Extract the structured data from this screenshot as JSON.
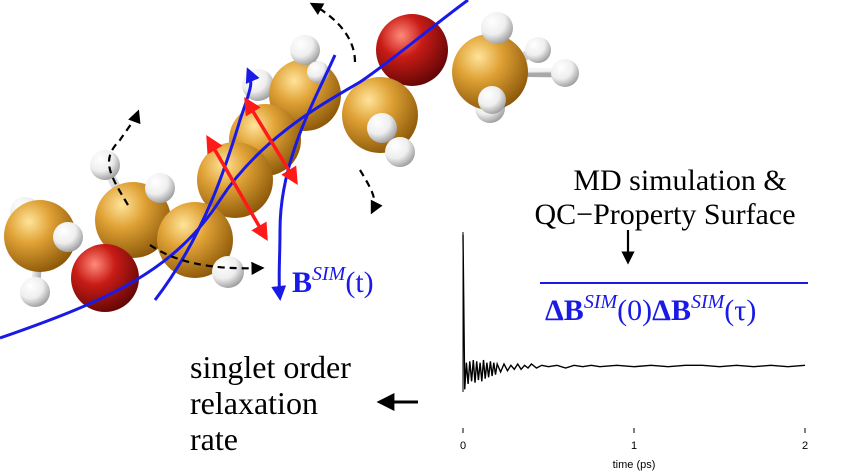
{
  "labels": {
    "md_line1": "MD simulation &",
    "md_line2": "QC−Property Surface",
    "b_field": "B",
    "b_sup": "SIM",
    "b_arg": "(t)",
    "corr_d1": "ΔB",
    "corr_sup1": "SIM",
    "corr_arg1": "(0)",
    "corr_d2": "ΔB",
    "corr_sup2": "SIM",
    "corr_arg2": "(τ)",
    "rate_line1": "singlet order",
    "rate_line2": "relaxation",
    "rate_line3": "rate"
  },
  "colors": {
    "carbon": "#d4901e",
    "oxygen": "#c01818",
    "hydrogen": "#f0f0f0",
    "bond": "#c8c8c8",
    "field_line": "#1a1ae6",
    "red_arrow": "#ff1a1a",
    "rotation_arrow": "#000000"
  },
  "chart_data": {
    "type": "line",
    "xlabel": "time (ps)",
    "ylabel": "",
    "xticks": [
      "0",
      "1",
      "2"
    ],
    "xlim": [
      0,
      2
    ],
    "ylim": [
      -0.2,
      1.0
    ],
    "series": [
      {
        "x": [
          0.0,
          0.01,
          0.02,
          0.03,
          0.04,
          0.05,
          0.06,
          0.07,
          0.08,
          0.09,
          0.1,
          0.11,
          0.12,
          0.13,
          0.14,
          0.15,
          0.16,
          0.17,
          0.18,
          0.19,
          0.2,
          0.22,
          0.24,
          0.26,
          0.28,
          0.3,
          0.32,
          0.34,
          0.36,
          0.38,
          0.4,
          0.43,
          0.46,
          0.5,
          0.55,
          0.6,
          0.65,
          0.7,
          0.75,
          0.8,
          0.9,
          1.0,
          1.1,
          1.2,
          1.3,
          1.4,
          1.5,
          1.6,
          1.7,
          1.8,
          1.9,
          2.0
        ],
        "values": [
          0.98,
          -0.18,
          0.02,
          -0.14,
          0.03,
          -0.12,
          0.04,
          -0.13,
          0.03,
          -0.11,
          0.02,
          -0.12,
          0.04,
          -0.1,
          0.02,
          -0.09,
          0.03,
          -0.08,
          0.02,
          -0.07,
          0.01,
          -0.05,
          0.01,
          -0.04,
          0.0,
          -0.03,
          0.01,
          -0.03,
          0.0,
          -0.02,
          0.01,
          -0.02,
          0.0,
          -0.01,
          0.0,
          -0.02,
          0.0,
          -0.01,
          0.0,
          -0.01,
          0.0,
          -0.01,
          0.0,
          -0.01,
          0.0,
          0.0,
          -0.01,
          0.0,
          -0.01,
          0.0,
          -0.01,
          0.0
        ]
      }
    ]
  }
}
